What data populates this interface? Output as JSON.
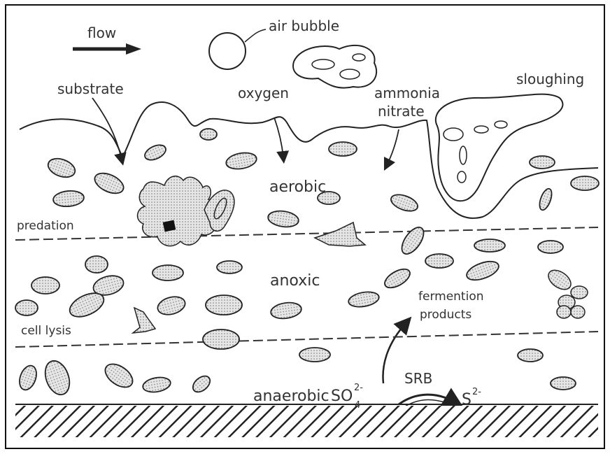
{
  "labels": {
    "flow": "flow",
    "air_bubble": "air bubble",
    "sloughing": "sloughing",
    "substrate": "substrate",
    "oxygen": "oxygen",
    "ammonia": "ammonia",
    "nitrate": "nitrate",
    "aerobic": "aerobic",
    "predation": "predation",
    "anoxic": "anoxic",
    "fermentation_line1": "fermention",
    "fermentation_line2": "products",
    "cell_lysis": "cell lysis",
    "srb": "SRB",
    "anaerobic": "anaerobic",
    "so4_base": "SO",
    "so4_sub": "4",
    "so4_sup": "2-",
    "s_base": "S",
    "s_sup": "2-"
  }
}
